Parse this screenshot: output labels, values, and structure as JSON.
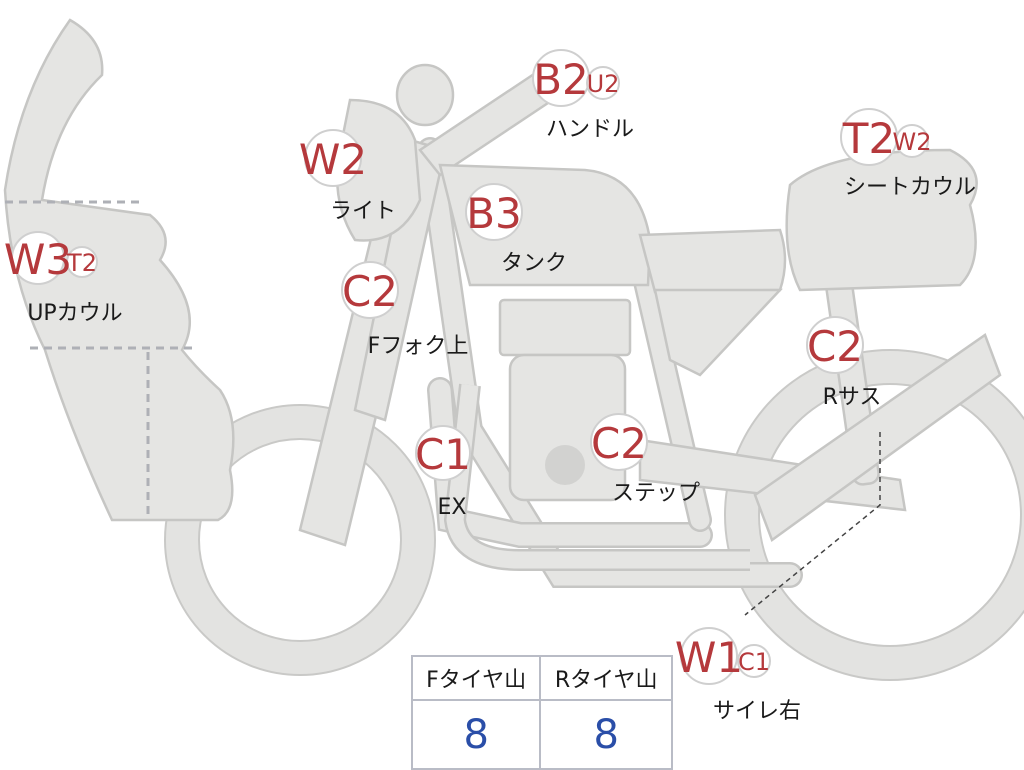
{
  "parts": [
    {
      "id": "up-cowl",
      "label": "UPカウル",
      "grade": "W3",
      "sub": "T2"
    },
    {
      "id": "light",
      "label": "ライト",
      "grade": "W2",
      "sub": ""
    },
    {
      "id": "f-fork",
      "label": "Fフォク上",
      "grade": "C2",
      "sub": ""
    },
    {
      "id": "ex",
      "label": "EX",
      "grade": "C1",
      "sub": ""
    },
    {
      "id": "tank",
      "label": "タンク",
      "grade": "B3",
      "sub": ""
    },
    {
      "id": "handle",
      "label": "ハンドル",
      "grade": "B2",
      "sub": "U2"
    },
    {
      "id": "seat-cowl",
      "label": "シートカウル",
      "grade": "T2",
      "sub": "W2"
    },
    {
      "id": "r-sus",
      "label": "Rサス",
      "grade": "C2",
      "sub": ""
    },
    {
      "id": "step",
      "label": "ステップ",
      "grade": "C2",
      "sub": ""
    },
    {
      "id": "muffler",
      "label": "サイレ右",
      "grade": "W1",
      "sub": "C1"
    }
  ],
  "tire_table": {
    "headers": [
      "Fタイヤ山",
      "Rタイヤ山"
    ],
    "values": [
      "8",
      "8"
    ]
  },
  "colors": {
    "grade": "#b5393c",
    "tire_value": "#2a4ea8",
    "part_fill": "#e5e5e3"
  }
}
